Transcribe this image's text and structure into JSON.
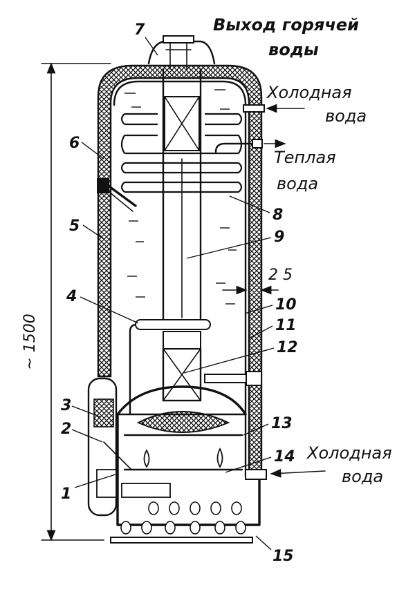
{
  "labels": {
    "hot_water_out_line1": "Выход горячей",
    "hot_water_out_line2": "воды",
    "cold_water_top_line1": "Холодная",
    "cold_water_top_line2": "вода",
    "warm_water_line1": "Теплая",
    "warm_water_line2": "вода",
    "cold_water_bottom_line1": "Холодная",
    "cold_water_bottom_line2": "вода",
    "height_dim": "~ 1500",
    "wall_dim": "2 5"
  },
  "callouts": [
    "1",
    "2",
    "3",
    "4",
    "5",
    "6",
    "7",
    "8",
    "9",
    "10",
    "11",
    "12",
    "13",
    "14",
    "15"
  ]
}
